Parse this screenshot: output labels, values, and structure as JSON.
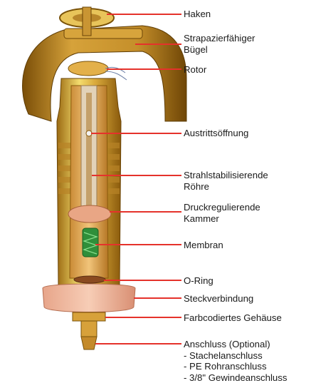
{
  "labels": {
    "haken": "Haken",
    "buegel_line1": "Strapazierfähiger",
    "buegel_line2": "Bügel",
    "rotor": "Rotor",
    "austritt": "Austrittsöffnung",
    "roehre_line1": "Strahlstabilisierende",
    "roehre_line2": "Röhre",
    "kammer_line1": "Druckregulierende",
    "kammer_line2": "Kammer",
    "membran": "Membran",
    "oring": "O-Ring",
    "steck": "Steckverbindung",
    "gehaeuse": "Farbcodiertes Gehäuse",
    "anschluss_title": "Anschluss (Optional)",
    "anschluss_opt1": "- Stachelanschluss",
    "anschluss_opt2": "- PE Rohranschluss",
    "anschluss_opt3": "- 3/8\" Gewindeanschluss"
  },
  "colors": {
    "leader_line": "#e5322b",
    "gold_light": "#f4dc6e",
    "gold_mid": "#d9a93b",
    "gold_dark": "#9b6a12",
    "brass_inner": "#e8b25a",
    "membrane": "#2f8f3a",
    "salmon": "#e9a685"
  }
}
